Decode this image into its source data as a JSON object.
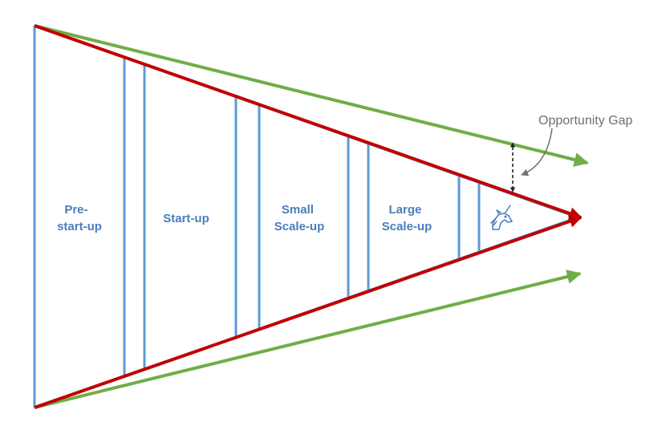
{
  "stages": [
    {
      "name": "pre-start-up",
      "lines": [
        "Pre-",
        "start-up"
      ]
    },
    {
      "name": "start-up",
      "lines": [
        "Start-up"
      ]
    },
    {
      "name": "small-scale-up",
      "lines": [
        "Small",
        "Scale-up"
      ]
    },
    {
      "name": "large-scale-up",
      "lines": [
        "Large",
        "Scale-up"
      ]
    }
  ],
  "annotation": {
    "opportunity_gap": "Opportunity Gap"
  },
  "icons": {
    "unicorn": "unicorn-icon"
  },
  "colors": {
    "stage_lines": "#5b9bd5",
    "stage_text": "#4a7ebb",
    "red_funnel": "#c00000",
    "green_arrows": "#70ad47",
    "annotation_text": "#707070",
    "gap_marker": "#222222"
  }
}
